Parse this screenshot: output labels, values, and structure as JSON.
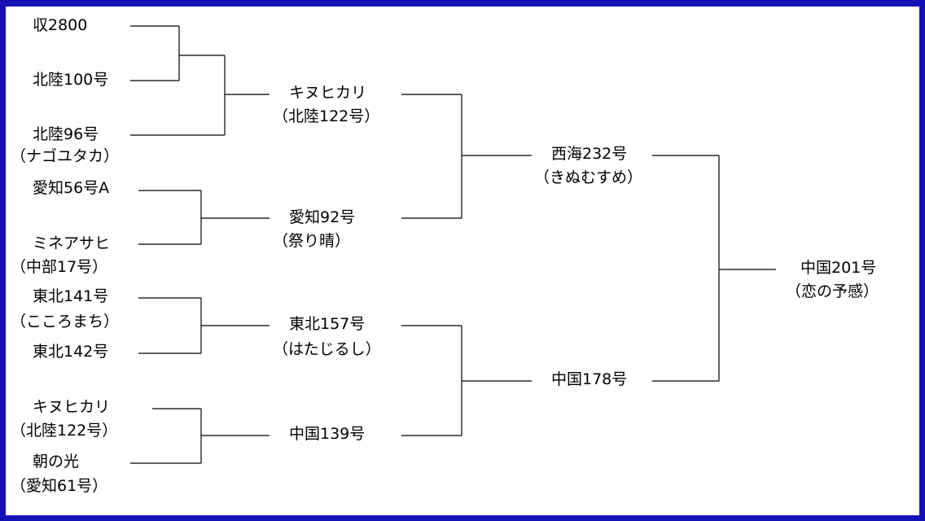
{
  "nodes": {
    "shu2800": "収2800",
    "hokuriku100": "北陸100号",
    "hokuriku96": "北陸96号",
    "nagoyutaka": "（ナゴユタカ）",
    "aichi56a": "愛知56号A",
    "mineasahi": "ミネアサヒ",
    "chubu17": "（中部17号）",
    "tohoku141": "東北141号",
    "kokoromachi": "（こころまち）",
    "tohoku142": "東北142号",
    "kinuhikari_left": "キヌヒカリ",
    "hokuriku122_left": "（北陸122号）",
    "asanohikari": "朝の光",
    "aichi61": "（愛知61号）",
    "kinuhikari_mid": "キヌヒカリ",
    "hokuriku122_mid": "（北陸122号）",
    "aichi92": "愛知92号",
    "matsuribare": "（祭り晴）",
    "tohoku157": "東北157号",
    "hatajirushi": "（はたじるし）",
    "chugoku139": "中国139号",
    "saikai232": "西海232号",
    "kinumusume": "（きぬむすめ）",
    "chugoku178": "中国178号",
    "chugoku201": "中国201号",
    "koinoyokan": "（恋の予感）"
  }
}
